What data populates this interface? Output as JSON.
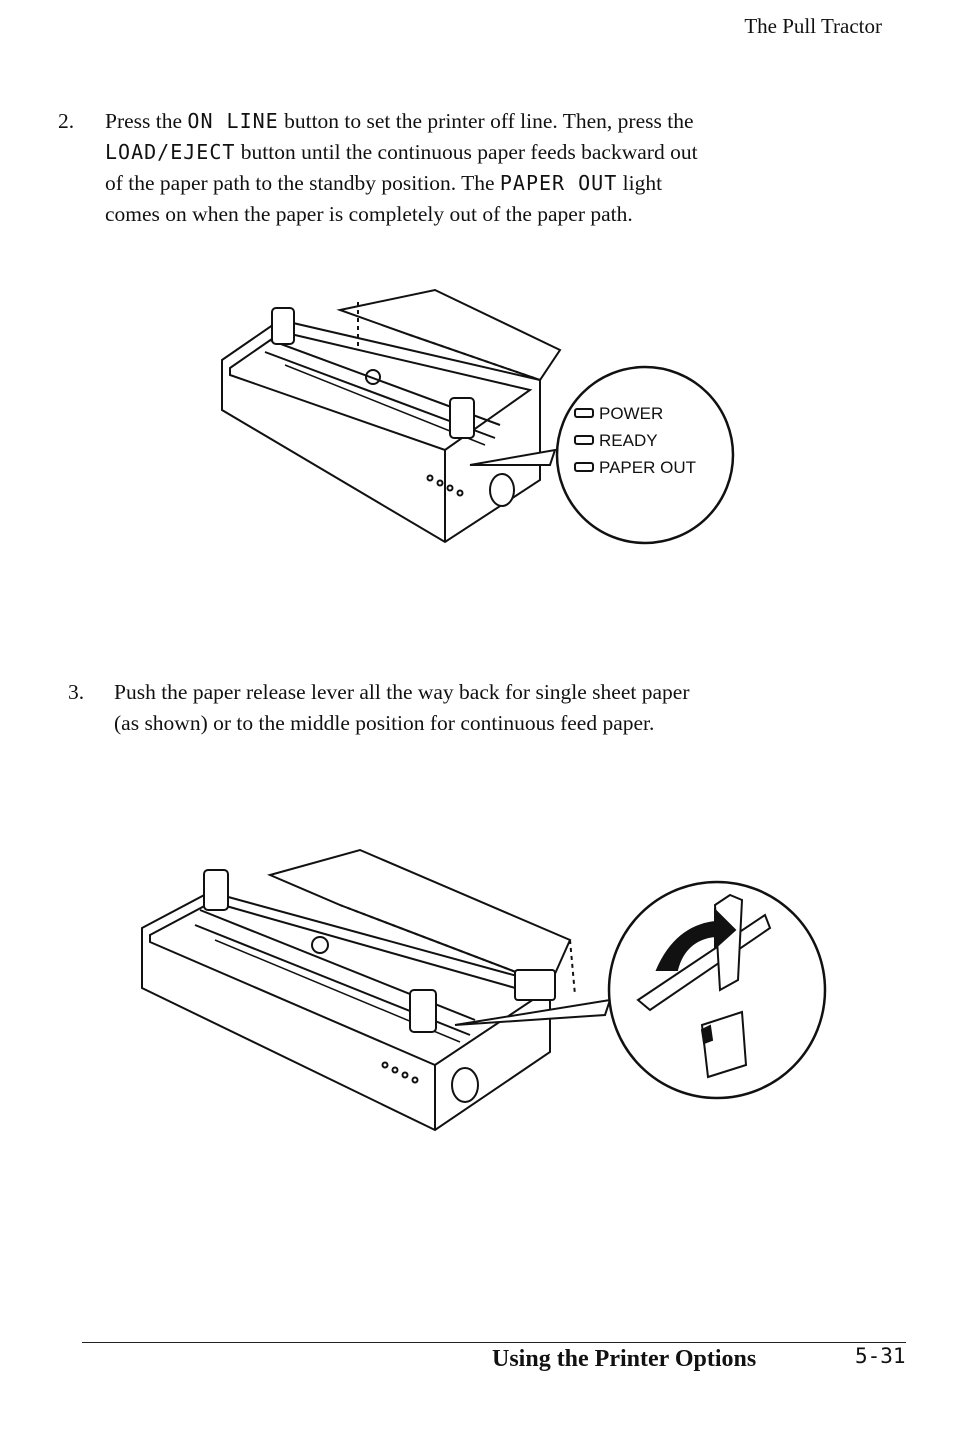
{
  "header": {
    "title": "The Pull Tractor"
  },
  "step2": {
    "number": "2.",
    "l1a": "Press the ",
    "key_online": "ON LINE",
    "l1b": " button to set the printer off line. Then, press the",
    "key_load": "LOAD/EJECT",
    "l2b": " button until the continuous paper feeds backward out",
    "l3a": "of the paper path to the standby position. The ",
    "key_paperout": "PAPER OUT",
    "l3b": " light",
    "l4": "comes on when the paper is completely out of the paper path."
  },
  "figure1": {
    "indicators": [
      "POWER",
      "READY",
      "PAPER OUT"
    ]
  },
  "step3": {
    "number": "3.",
    "l1": "Push the paper release lever all the way back for single sheet paper",
    "l2": "(as shown) or to the middle position for continuous feed paper."
  },
  "footer": {
    "section": "Using the Printer Options",
    "page": "5-31"
  }
}
